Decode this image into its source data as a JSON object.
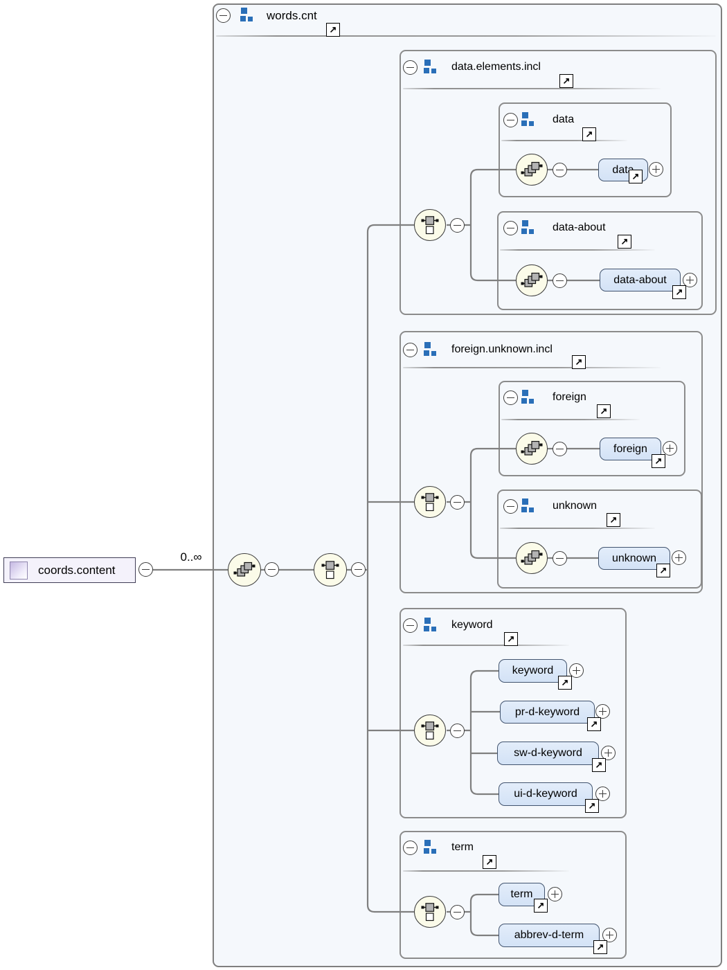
{
  "diagram": {
    "root": {
      "label": "coords.content",
      "cardinality": "0..∞"
    },
    "container": {
      "label": "words.cnt"
    },
    "groups": [
      {
        "label": "data.elements.incl",
        "children": [
          {
            "label": "data",
            "element": "data"
          },
          {
            "label": "data-about",
            "element": "data-about"
          }
        ]
      },
      {
        "label": "foreign.unknown.incl",
        "children": [
          {
            "label": "foreign",
            "element": "foreign"
          },
          {
            "label": "unknown",
            "element": "unknown"
          }
        ]
      },
      {
        "label": "keyword",
        "elements": [
          "keyword",
          "pr-d-keyword",
          "sw-d-keyword",
          "ui-d-keyword"
        ]
      },
      {
        "label": "term",
        "elements": [
          "term",
          "abbrev-d-term"
        ]
      }
    ],
    "icons": {
      "reference_arrow": "↗",
      "collapse": "−",
      "expand": "+",
      "sequence_compositor": "sequence",
      "choice_compositor": "choice",
      "group_icon": "model-group"
    },
    "colors": {
      "container_background": "#f5f8fc",
      "element_fill": "#dbe7f8",
      "element_border": "#41536e",
      "compositor_fill": "#fbfbe9",
      "group_icon_blue": "#2a6fb8",
      "connector_gray": "#7f7f7f",
      "root_fill": "#f4f2fb",
      "root_icon_purple": "#c5b8e2"
    }
  }
}
